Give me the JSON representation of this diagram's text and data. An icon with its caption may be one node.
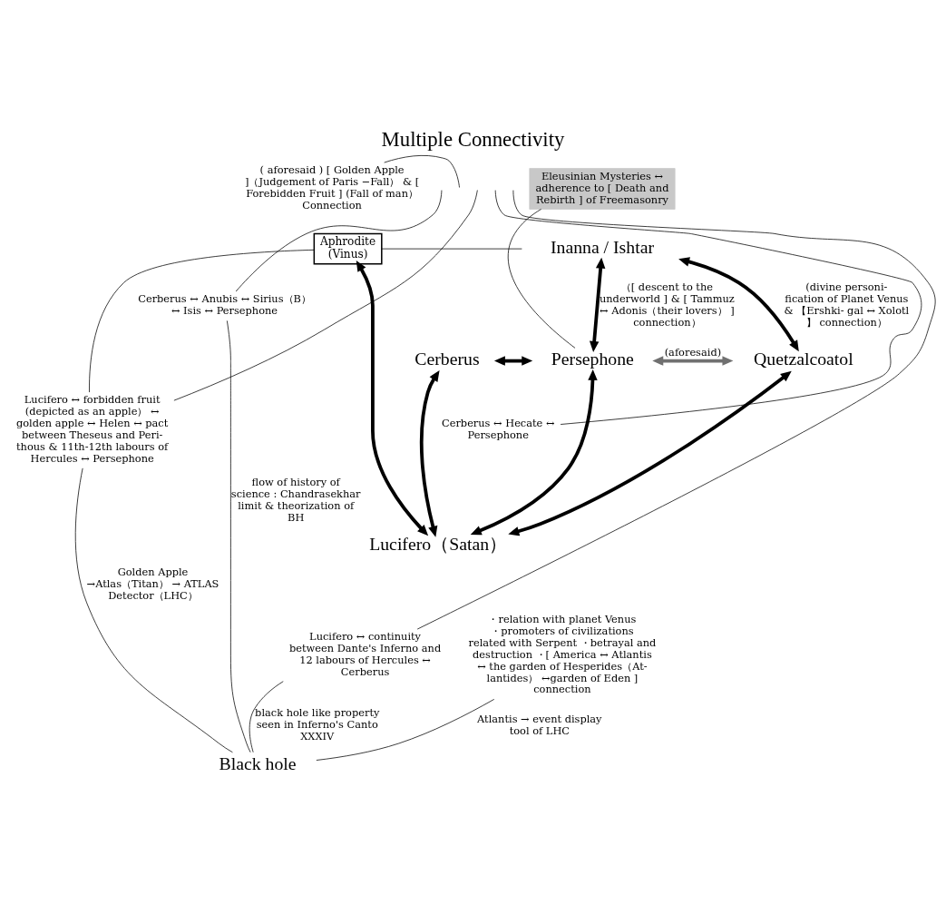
{
  "diagram": {
    "title": "Multiple Connectivity",
    "nodes": [
      {
        "text": [
          "Inanna / Ishtar"
        ]
      },
      {
        "text": [
          "Aphrodite (Vinus)"
        ]
      },
      {
        "text": [
          "Cerberus"
        ]
      },
      {
        "text": [
          "Persephone"
        ]
      },
      {
        "text": [
          "Quetzalcoatol"
        ]
      },
      {
        "text": [
          "Lucifero（Satan）"
        ]
      },
      {
        "text": [
          "Black hole"
        ]
      },
      {
        "text": [
          "( aforesaid ) [ Golden Apple ]（Judgement of Paris −Fall） & [ Forebidden Fruit ] (Fall of man） Connection"
        ]
      },
      {
        "text": [
          "Eleusinian Mysteries ↔ adherence to [ Death and Rebirth ] of Freemasonry"
        ]
      },
      {
        "text": [
          "Cerberus ↔ Anubis ↔ Sirius（B） ↔ Isis ↔ Persephone"
        ]
      },
      {
        "text": [
          "Cerberus ↔ Hecate ↔ Persephone"
        ]
      },
      {
        "text": [
          "Lucifero ↔ forbidden fruit (depicted as an apple） ↔ golden apple ↔ Helen ↔ pact between Theseus and Peri- thous & 11th-12th labours of Hercules ↔ Persephone"
        ]
      },
      {
        "text": [
          "Lucifero ↔ continuity between Dante's Inferno and 12 labours of Hercules ↔ Cerberus"
        ]
      },
      {
        "text": [
          "・relation with planet Venus ・promoters of civilizations related with Serpent ・betrayal and destruction ・[ America ↔ Atlantis ↔ the garden of Hesperides（At- lantides） ↔garden of Eden ] connection"
        ]
      }
    ],
    "edges": [
      {
        "from": 0,
        "to": 3,
        "arrow": "both",
        "style": "thick",
        "label": "（[ descent to the underworld ] & [ Tammuz ↔ Adonis（their lovers） ] connection）"
      },
      {
        "from": 4,
        "to": 0,
        "arrow": "both",
        "style": "thick",
        "label": "(divine personi- fication of Planet Venus & 【Ershki- gal ↔ Xolotl 】 connection）"
      },
      {
        "from": 1,
        "to": 0,
        "arrow": "none"
      },
      {
        "from": 2,
        "to": 3,
        "arrow": "both",
        "style": "thick"
      },
      {
        "from": 3,
        "to": 4,
        "arrow": "both",
        "style": "thick",
        "color": "#707070",
        "label": "(aforesaid)"
      },
      {
        "from": 3,
        "to": 5,
        "arrow": "both",
        "style": "thick"
      },
      {
        "from": 2,
        "to": 5,
        "arrow": "both",
        "style": "thick"
      },
      {
        "from": 4,
        "to": 5,
        "arrow": "both",
        "style": "thick"
      },
      {
        "from": 1,
        "to": 5,
        "arrow": "both",
        "style": "thick"
      },
      {
        "from": 7,
        "to": null,
        "arrow": "none"
      },
      {
        "from": 8,
        "to": 3,
        "arrow": "none"
      },
      {
        "from": 9,
        "to": null,
        "arrow": "none"
      },
      {
        "from": 10,
        "to": null,
        "arrow": "none"
      },
      {
        "from": 1,
        "to": 11,
        "arrow": "none"
      },
      {
        "from": 11,
        "to": null,
        "arrow": "none"
      },
      {
        "from": 12,
        "to": null,
        "arrow": "none"
      },
      {
        "from": 9,
        "to": 6,
        "arrow": "none",
        "label": "flow of history of science : Chandrasekhar limit & theorization of BH"
      },
      {
        "from": 12,
        "to": 6,
        "arrow": "none",
        "label": "black hole like property seen in Inferno's Canto XXXIV"
      },
      {
        "from": 11,
        "to": 6,
        "arrow": "none",
        "label": "Golden Apple →Atlas（Titan） → ATLAS Detector（LHC）"
      },
      {
        "from": 13,
        "to": 6,
        "arrow": "none",
        "label": "Atlantis → event display tool of LHC"
      }
    ]
  }
}
